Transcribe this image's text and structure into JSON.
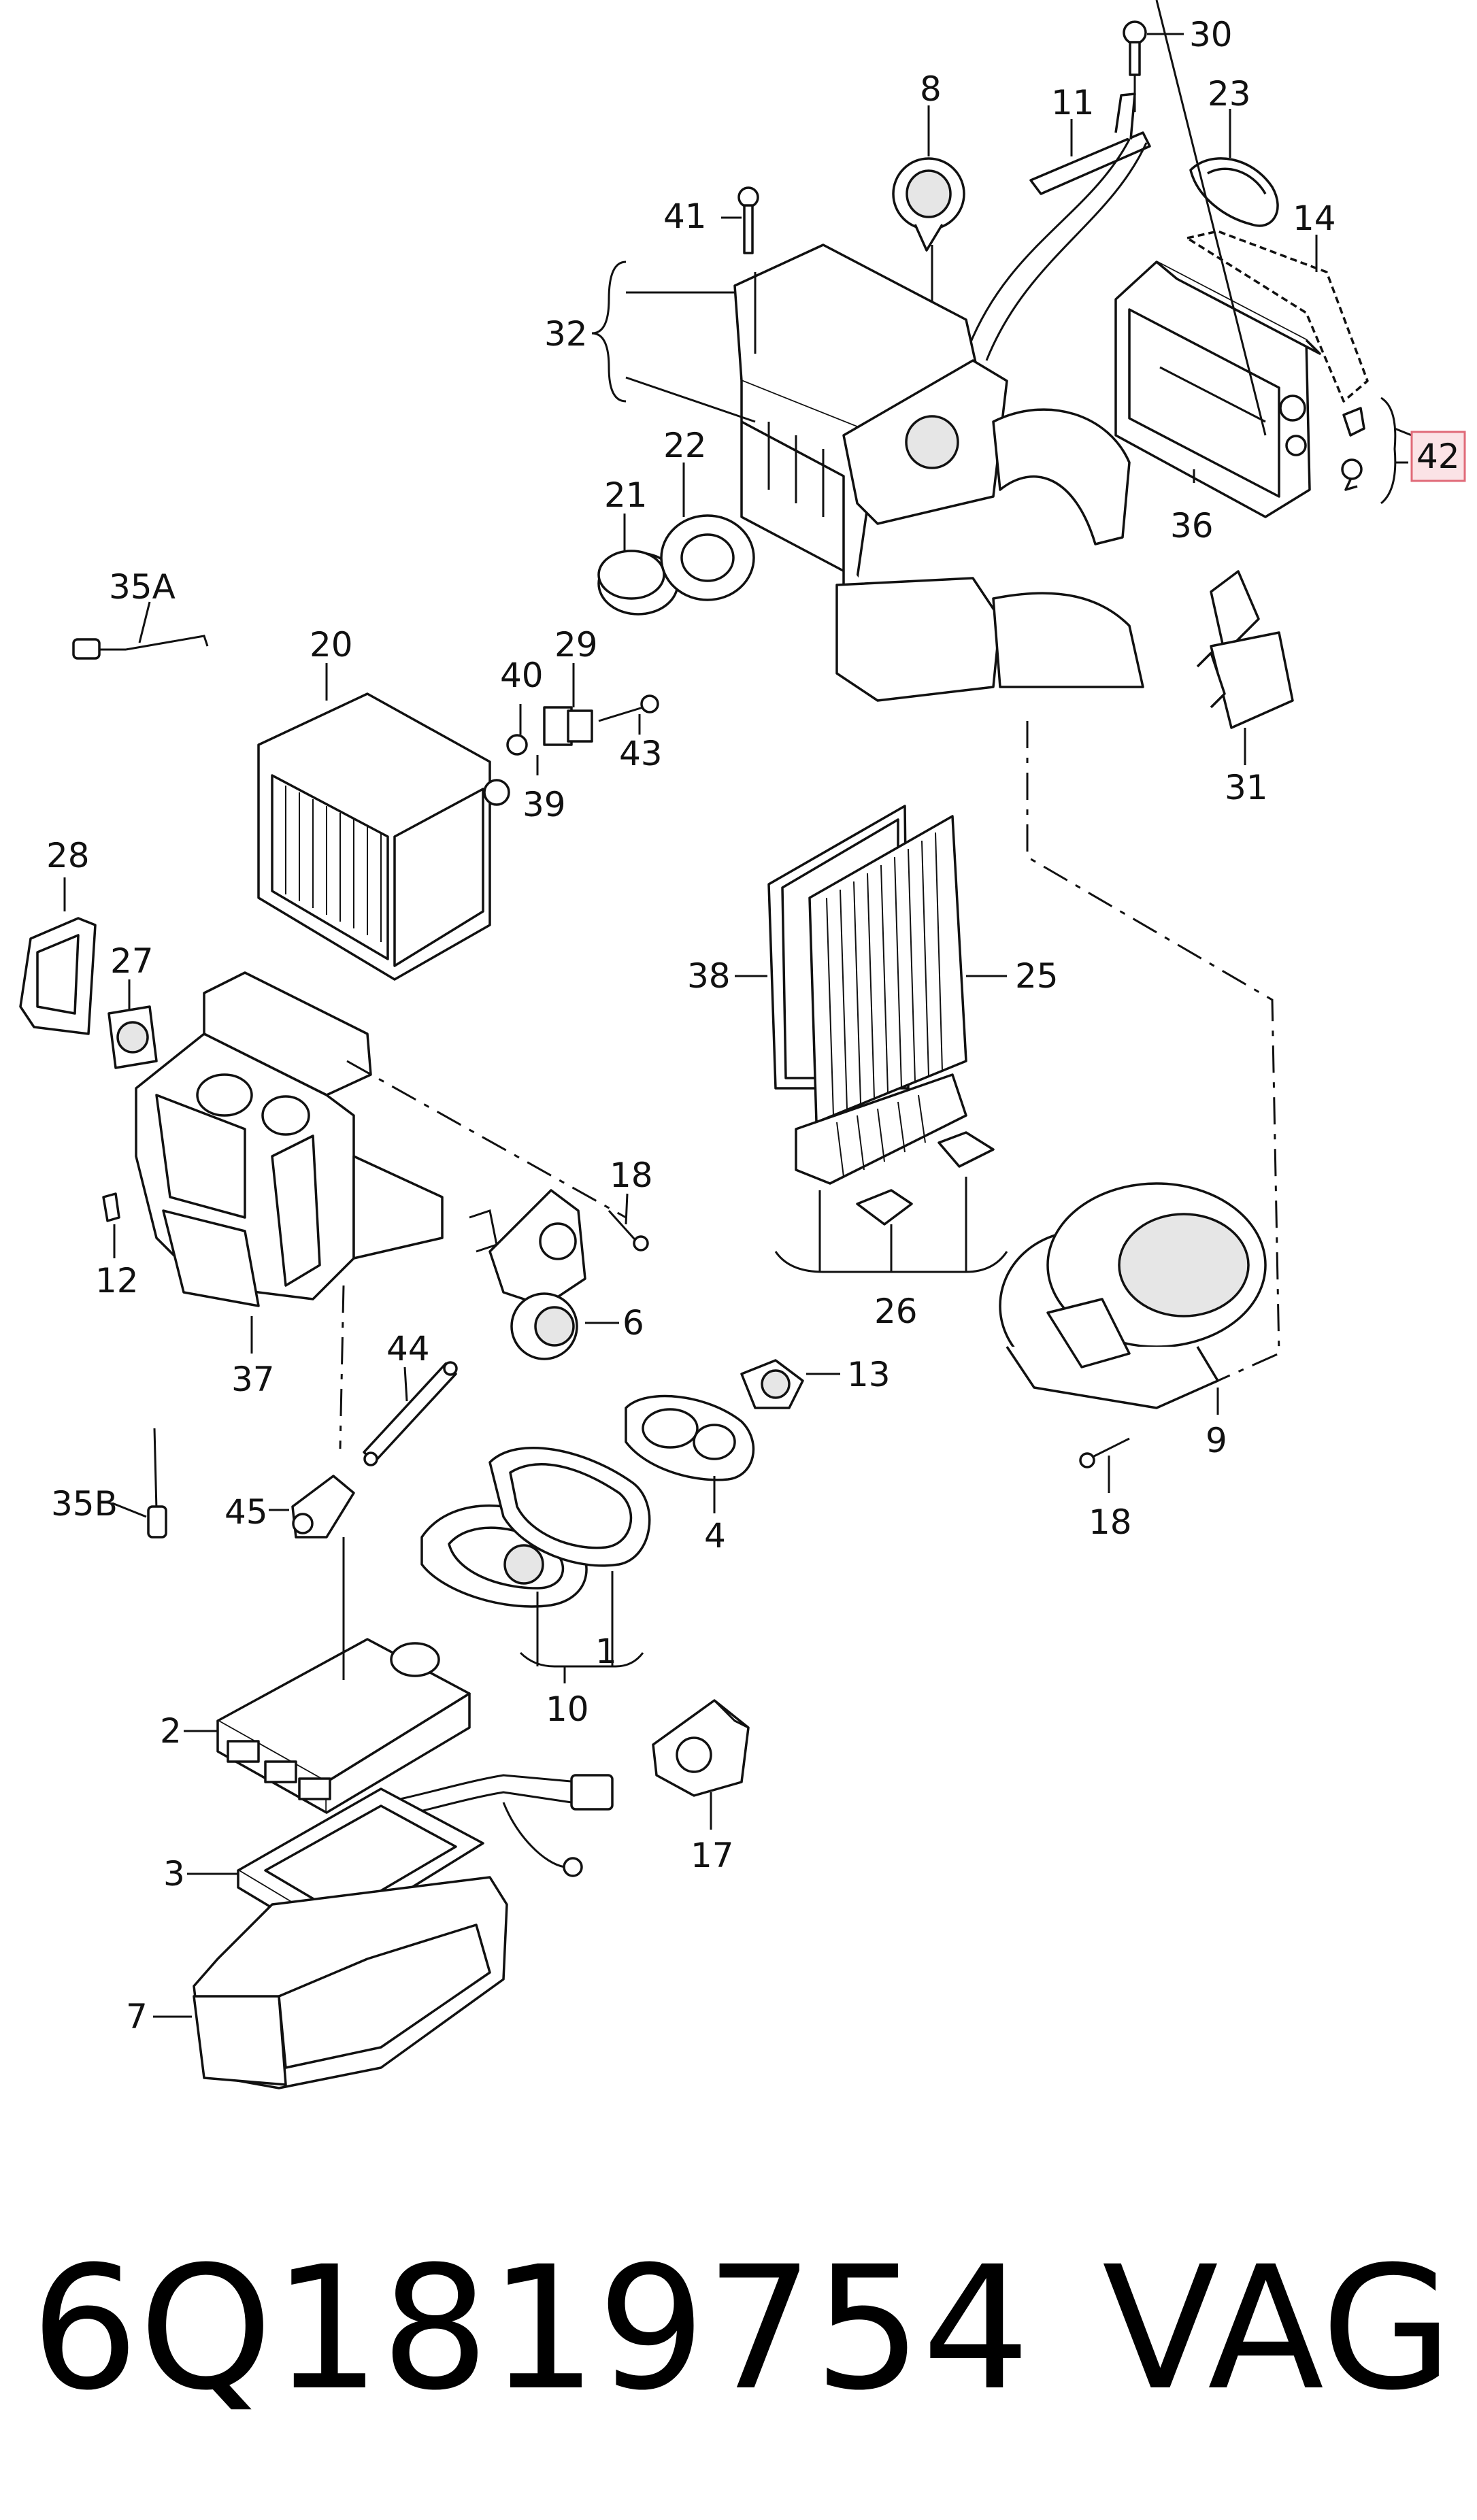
{
  "callouts": {
    "c30": "30",
    "c8": "8",
    "c11": "11",
    "c23": "23",
    "c14": "14",
    "c41": "41",
    "c32": "32",
    "c22": "22",
    "c21": "21",
    "c36": "36",
    "c42": "42",
    "c35a": "35A",
    "c20": "20",
    "c29": "29",
    "c40": "40",
    "c43": "43",
    "c39": "39",
    "c31": "31",
    "c28": "28",
    "c27": "27",
    "c38": "38",
    "c25": "25",
    "c18a": "18",
    "c6": "6",
    "c12": "12",
    "c37": "37",
    "c26": "26",
    "c44": "44",
    "c13": "13",
    "c9": "9",
    "c35b": "35B",
    "c45": "45",
    "c4": "4",
    "c18b": "18",
    "c1": "1",
    "c10": "10",
    "c2": "2",
    "c3": "3",
    "c17": "17",
    "c7": "7"
  },
  "footer": {
    "part_number": "6Q1819754",
    "brand": "VAG"
  },
  "colors": {
    "line": "#111111",
    "highlight_border": "#e06a78",
    "highlight_fill": "#fbe3e6",
    "background": "#ffffff"
  }
}
